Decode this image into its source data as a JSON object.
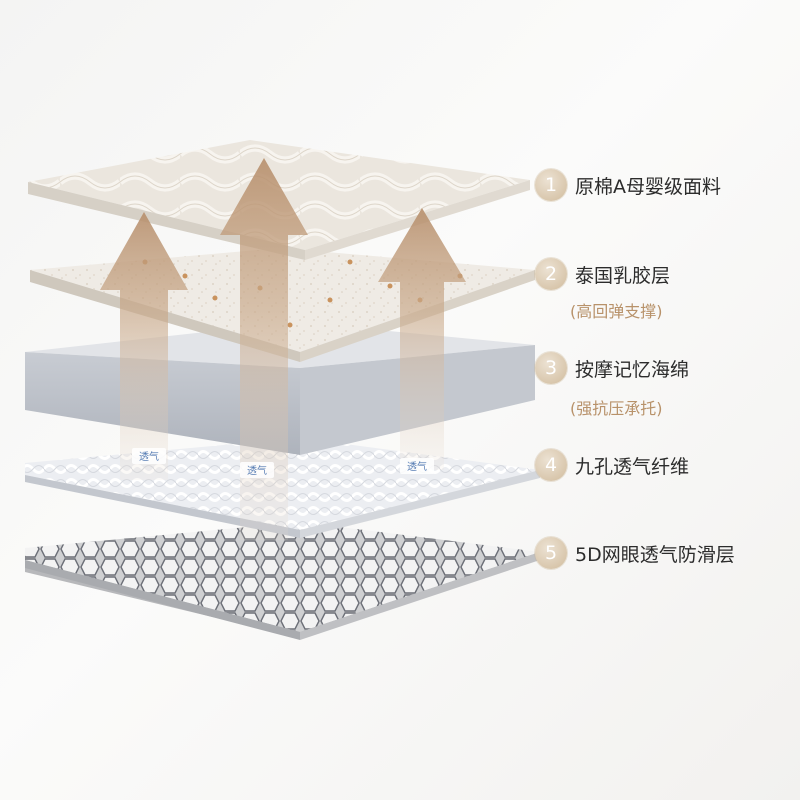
{
  "layers": [
    {
      "number": "1",
      "title": "原棉A母婴级面料",
      "subtitle": ""
    },
    {
      "number": "2",
      "title": "泰国乳胶层",
      "subtitle": "(高回弹支撑)"
    },
    {
      "number": "3",
      "title": "按摩记忆海绵",
      "subtitle": "(强抗压承托)"
    },
    {
      "number": "4",
      "title": "九孔透气纤维",
      "subtitle": ""
    },
    {
      "number": "5",
      "title": "5D网眼透气防滑层",
      "subtitle": ""
    }
  ],
  "fiber_tag": "透气",
  "colors": {
    "accent": "#d9c7ad",
    "subtitle": "#b8926a",
    "arrow": "#c9a98a"
  }
}
